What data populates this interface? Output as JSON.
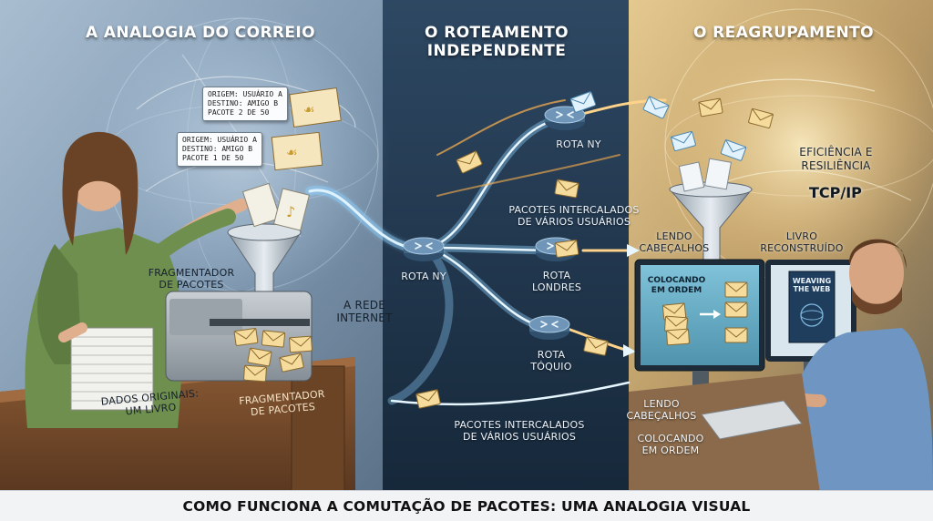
{
  "panels": {
    "mail": {
      "heading": "A ANALOGIA DO CORREIO"
    },
    "routing": {
      "heading": "O ROTEAMENTO INDEPENDENTE"
    },
    "reassembly": {
      "heading": "O REAGRUPAMENTO"
    }
  },
  "tags": [
    {
      "lines": [
        "ORIGEM: USUÁRIO A",
        "DESTINO: AMIGO B",
        "PACOTE 2 DE 50"
      ]
    },
    {
      "lines": [
        "ORIGEM: USUÁRIO A",
        "DESTINO: AMIGO B",
        "PACOTE 1 DE 50"
      ]
    }
  ],
  "labels": {
    "fragmenter_top": "FRAGMENTADOR DE PACOTES",
    "fragmenter_bottom": "FRAGMENTADOR DE PACOTES",
    "original_data": "DADOS ORIGINAIS: UM LIVRO",
    "internet": "A REDE INTERNET",
    "route_ny_left": "ROTA NY",
    "route_ny_top": "ROTA NY",
    "route_london": "ROTA LONDRES",
    "route_tokyo": "ROTA TÓQUIO",
    "interleaved_top": "PACOTES INTERCALADOS DE VÁRIOS USUÁRIOS",
    "interleaved_bottom": "PACOTES INTERCALADOS DE VÁRIOS USUÁRIOS",
    "efficiency": "EFICIÊNCIA E RESILIÊNCIA",
    "tcpip": "TCP/IP",
    "reading_headers_top": "LENDO CABEÇALHOS",
    "reading_headers_bottom": "LENDO CABEÇALHOS",
    "rebuilt_book": "LIVRO RECONSTRUÍDO",
    "ordering_screen": "COLOCANDO EM ORDEM",
    "ordering_bottom": "COLOCANDO EM ORDEM",
    "book_cover": "WEAVING THE WEB"
  },
  "caption": "COMO FUNCIONA A COMUTAÇÃO DE PACOTES: UMA ANALOGIA VISUAL",
  "colors": {
    "mail_bg": "#8fa7bd",
    "routing_bg": "#233a50",
    "reassembly_bg": "#c9a66a",
    "envelope": "#f3d58e",
    "envelope_glow": "#9fd0f0",
    "router": "#4a6f92",
    "path_blue": "#8fd2ff",
    "path_orange": "#ffb24d"
  }
}
